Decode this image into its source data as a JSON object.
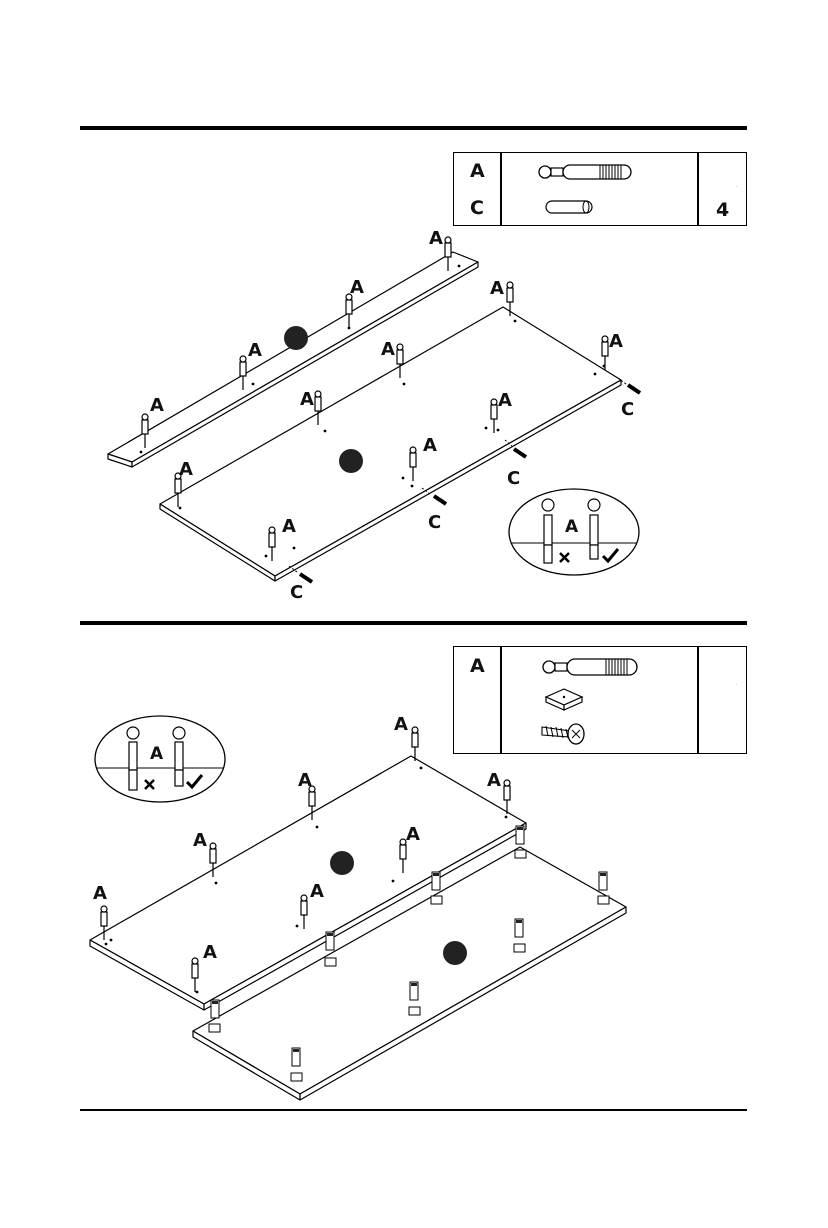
{
  "step1": {
    "parts_table": {
      "rows": [
        {
          "label": "A",
          "icon": "cam-bolt-icon"
        },
        {
          "label": "C",
          "icon": "wooden-dowel-icon"
        }
      ],
      "quantity": "4",
      "quantity_dot": "."
    },
    "callouts": {
      "bolt": "A",
      "dowel": "C"
    },
    "inset": {
      "label": "A",
      "wrong": "wrong-mark-icon",
      "right": "check-mark-icon"
    }
  },
  "step2": {
    "parts_table": {
      "rows": [
        {
          "label": "A",
          "icon": "cam-bolt-icon"
        },
        {
          "label": "",
          "icon": "plastic-foot-pad-icon"
        },
        {
          "label": "",
          "icon": "screw-icon"
        }
      ],
      "quantity_dot": "."
    },
    "callouts": {
      "bolt": "A"
    },
    "inset": {
      "label": "A",
      "wrong": "wrong-mark-icon",
      "right": "check-mark-icon"
    }
  }
}
